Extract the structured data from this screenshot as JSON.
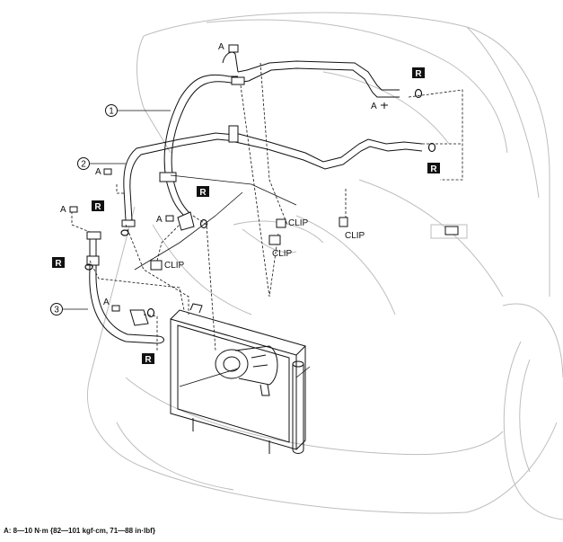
{
  "callouts": {
    "c1": "1",
    "c2": "2",
    "c3": "3"
  },
  "markers": {
    "a": "A",
    "r": "R",
    "clip": "CLIP"
  },
  "footnote": "A: 8—10 N·m {82—101 kgf·cm, 71—88 in·lbf}",
  "colors": {
    "line": "#111111",
    "ghost": "#bdbdbd",
    "marker_bg": "#111111",
    "marker_fg": "#ffffff"
  }
}
